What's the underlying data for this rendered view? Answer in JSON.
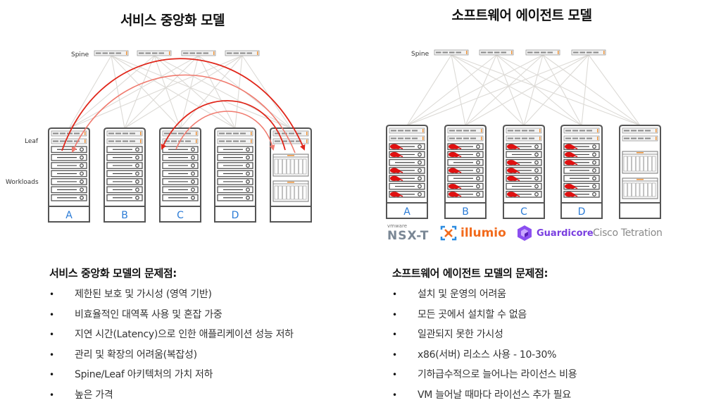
{
  "left_model": {
    "title": "서비스 중앙화 모델",
    "labels": {
      "spine": "Spine",
      "leaf": "Leaf",
      "workloads": "Workloads"
    },
    "racks": [
      {
        "label": "A",
        "type": "servers"
      },
      {
        "label": "B",
        "type": "servers"
      },
      {
        "label": "C",
        "type": "servers"
      },
      {
        "label": "D",
        "type": "servers"
      },
      {
        "label": "",
        "type": "chassis"
      }
    ],
    "traffic_flows": [
      {
        "from": "A",
        "to": "E",
        "style": "dark"
      },
      {
        "from": "E",
        "to": "A",
        "style": "light"
      },
      {
        "from": "E",
        "to": "C",
        "style": "dark"
      },
      {
        "from": "C",
        "to": "E",
        "style": "light"
      }
    ],
    "issues_heading": "서비스 중앙화 모델의 문제점:",
    "issues": [
      "제한된 보호 및 가시성 (영역 기반)",
      "비효율적인 대역폭 사용 및 혼잡 가중",
      "지연 시간(Latency)으로 인한 애플리케이션 성능 저하",
      "관리 및 확장의 어려움(복잡성)",
      "Spine/Leaf 아키텍처의 가치 저하",
      "높은 가격"
    ]
  },
  "right_model": {
    "title": "소프트웨어 에이전트 모델",
    "labels": {
      "spine": "Spine"
    },
    "racks": [
      {
        "label": "A",
        "type": "servers",
        "agents": [
          true,
          true,
          false,
          true,
          true,
          false,
          true
        ]
      },
      {
        "label": "B",
        "type": "servers",
        "agents": [
          true,
          true,
          false,
          true,
          false,
          true,
          true
        ]
      },
      {
        "label": "C",
        "type": "servers",
        "agents": [
          true,
          false,
          true,
          true,
          true,
          false,
          true
        ]
      },
      {
        "label": "D",
        "type": "servers",
        "agents": [
          true,
          true,
          true,
          false,
          false,
          true,
          true
        ]
      },
      {
        "label": "",
        "type": "chassis"
      }
    ],
    "vendors": {
      "nsx_sub": "vmware",
      "nsx": "NSX-T",
      "illumio": "illumio",
      "guardicore": "Guardicore",
      "cisco": "Cisco Tetration"
    },
    "issues_heading": "소프트웨어 에이전트 모델의 문제점:",
    "issues": [
      "설치 및 운영의 어려움",
      "모든 곳에서 설치할 수 없음",
      "일관되지 못한 가시성",
      "x86(서버) 리소스 사용 - 10-30%",
      "기하급수적으로 늘어나는 라이선스 비용",
      "VM 늘어날 때마다 라이선스 추가 필요"
    ]
  },
  "bullet_char": "•",
  "colors": {
    "rack_border": "#555555",
    "link_line": "#dcdad6",
    "flow_dark": "#e0261a",
    "flow_light": "#f07a6e",
    "agent_red": "#e01010",
    "rack_label": "#2a7bd6",
    "switch_accent": "#f0963c",
    "illumio": "#f26b1d",
    "guardicore": "#7a3fe0"
  }
}
